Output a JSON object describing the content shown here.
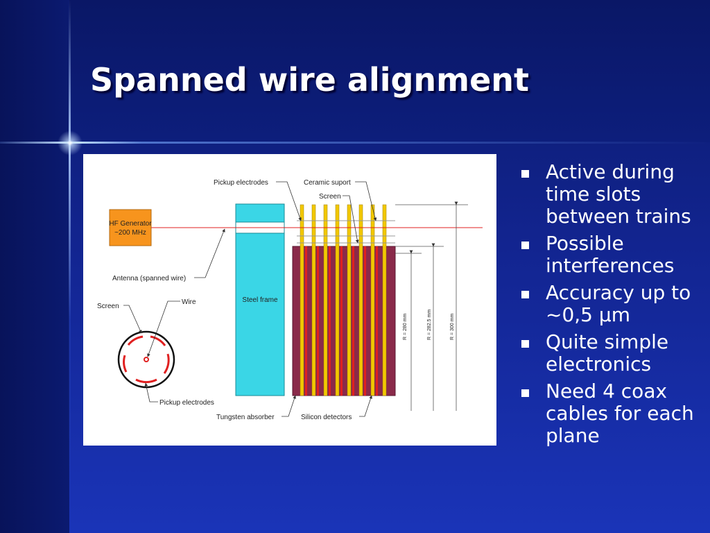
{
  "slide": {
    "title": "Spanned wire alignment",
    "bullets": [
      "Active during time slots between trains",
      "Possible interferences",
      "Accuracy up to ~0,5 µm",
      "Quite simple electronics",
      "Need 4 coax cables for each plane"
    ]
  },
  "diagram": {
    "labels": {
      "pickup_electrodes_top": "Pickup electrodes",
      "ceramic_suport": "Ceramic suport",
      "screen_top": "Screen",
      "hf_generator_line1": "HF Generator",
      "hf_generator_line2": "~200 MHz",
      "antenna": "Antenna (spanned wire)",
      "screen_left": "Screen",
      "wire": "Wire",
      "steel_frame": "Steel frame",
      "pickup_electrodes_bottom": "Pickup electrodes",
      "tungsten_absorber": "Tungsten absorber",
      "silicon_detectors": "Silicon detectors",
      "r280": "R = 280 mm",
      "r2825": "R = 282.5 mm",
      "r300": "R = 300 mm"
    },
    "colors": {
      "hf_box": "#f7941d",
      "steel_frame": "#3ad6e6",
      "absorber": "#8a2a4a",
      "detector": "#f2c800",
      "wire": "#e02020"
    }
  }
}
